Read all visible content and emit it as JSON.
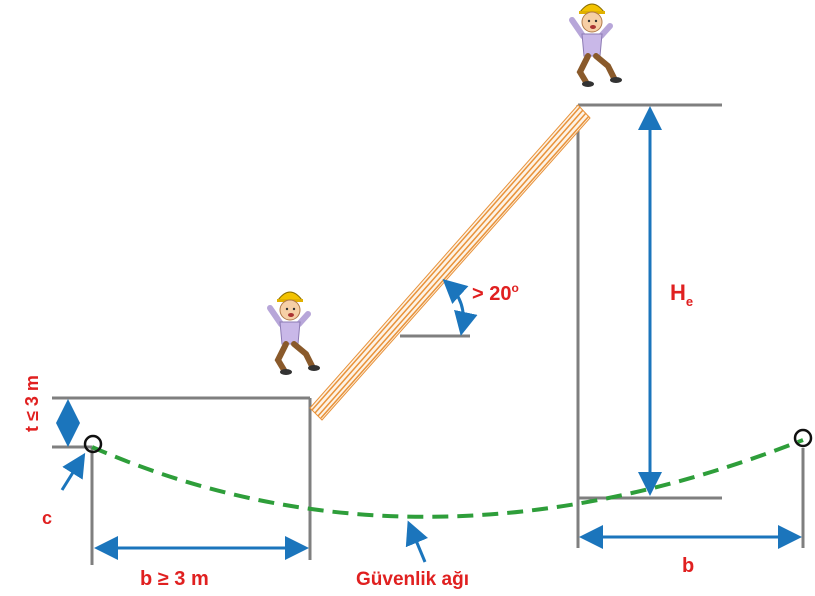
{
  "labels": {
    "angle": "> 20",
    "angle_degree": "o",
    "height_main": "H",
    "height_sub": "e",
    "t_limit": "t ≤ 3 m",
    "c_marker": "c",
    "b_min": "b ≥ 3 m",
    "net": "Güvenlik ağı",
    "b_right": "b"
  },
  "colors": {
    "structure": "#7f7f7f",
    "dimension": "#1b75bc",
    "net": "#2e9e3a",
    "label": "#e02020",
    "ramp": "#e8923a"
  },
  "icons": [
    "falling-worker-icon",
    "falling-worker-icon"
  ]
}
